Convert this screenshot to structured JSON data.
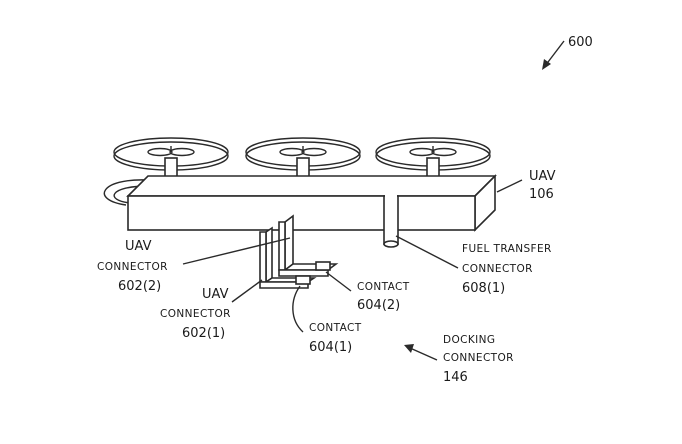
{
  "figure": {
    "ref": "600",
    "labels": {
      "uav": {
        "line1": "UAV",
        "line2": "106"
      },
      "uav_connector_2": {
        "line1": "UAV",
        "line2": "CONNECTOR",
        "line3": "602(2)"
      },
      "uav_connector_1": {
        "line1": "UAV",
        "line2": "CONNECTOR",
        "line3": "602(1)"
      },
      "contact_2": {
        "line1": "CONTACT",
        "line2": "604(2)"
      },
      "contact_1": {
        "line1": "CONTACT",
        "line2": "604(1)"
      },
      "fuel_transfer_connector": {
        "line1": "FUEL TRANSFER",
        "line2": "CONNECTOR",
        "line3": "608(1)"
      },
      "docking_connector": {
        "line1": "DOCKING",
        "line2": "CONNECTOR",
        "line3": "146"
      }
    }
  }
}
